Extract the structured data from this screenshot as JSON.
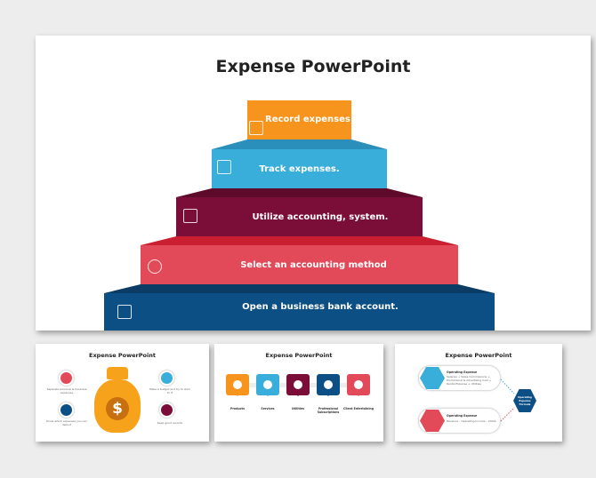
{
  "main": {
    "title": "Expense PowerPoint",
    "steps": [
      {
        "label": "Record expenses",
        "color": "#F7941D",
        "icon": "receipt-dollar-icon"
      },
      {
        "label": "Track expenses.",
        "color": "#3AAEDB",
        "icon": "calculator-chart-icon"
      },
      {
        "label": "Utilize accounting, system.",
        "color": "#7B0E38",
        "icon": "monitor-chart-icon"
      },
      {
        "label": "Select an accounting method",
        "color": "#E34A59",
        "icon": "coin-exchange-icon"
      },
      {
        "label": "Open a business bank account.",
        "color": "#0C4F85",
        "icon": "calculator-icon"
      }
    ]
  },
  "thumb1": {
    "title": "Expense PowerPoint",
    "items": [
      "Separate personal & business expenses",
      "Make a budget and try to stick to it",
      "Know which expenses you can deduct",
      "Keep good records"
    ]
  },
  "thumb2": {
    "title": "Expense PowerPoint",
    "items": [
      "Products",
      "Services",
      "Utilities",
      "Professional Subscriptions",
      "Client Entertaining"
    ]
  },
  "thumb3": {
    "title": "Expense PowerPoint",
    "top_title": "Operating Expense",
    "top_text": "Salaries + Sales Commissions + Promotional & Advertising Cost + Rental Expense + Utilities",
    "bottom_title": "Operating Expense",
    "bottom_text": "Revenue – Operating Income – COGS",
    "center": "Operating Expense Formula"
  }
}
